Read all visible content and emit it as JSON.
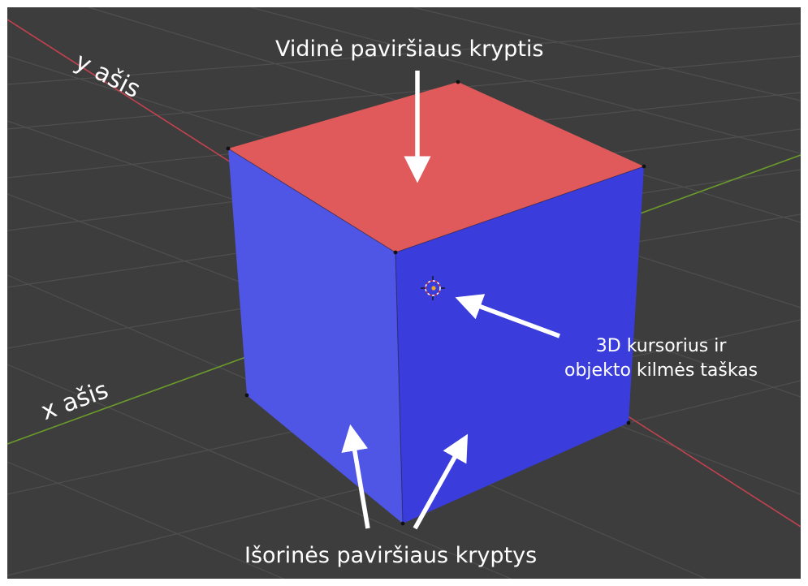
{
  "annotations": {
    "top_face": "Vidinė paviršiaus kryptis",
    "side_faces": "Išorinės paviršiaus kryptys",
    "cursor_line1": "3D kursorius ir",
    "cursor_line2": "objekto kilmės taškas",
    "y_axis": "y ašis",
    "x_axis": "x ašis"
  },
  "colors": {
    "background": "#3d3d3d",
    "grid": "#4e4e4e",
    "y_axis_line": "#c0424f",
    "x_axis_line": "#6b9a2c",
    "face_inward": "#e05a5c",
    "face_outward_left": "#4f55e4",
    "face_outward_right": "#3a3cdc",
    "arrow": "#ffffff"
  },
  "icons": {
    "cursor": "3d-cursor-icon",
    "origin": "object-origin-icon"
  }
}
